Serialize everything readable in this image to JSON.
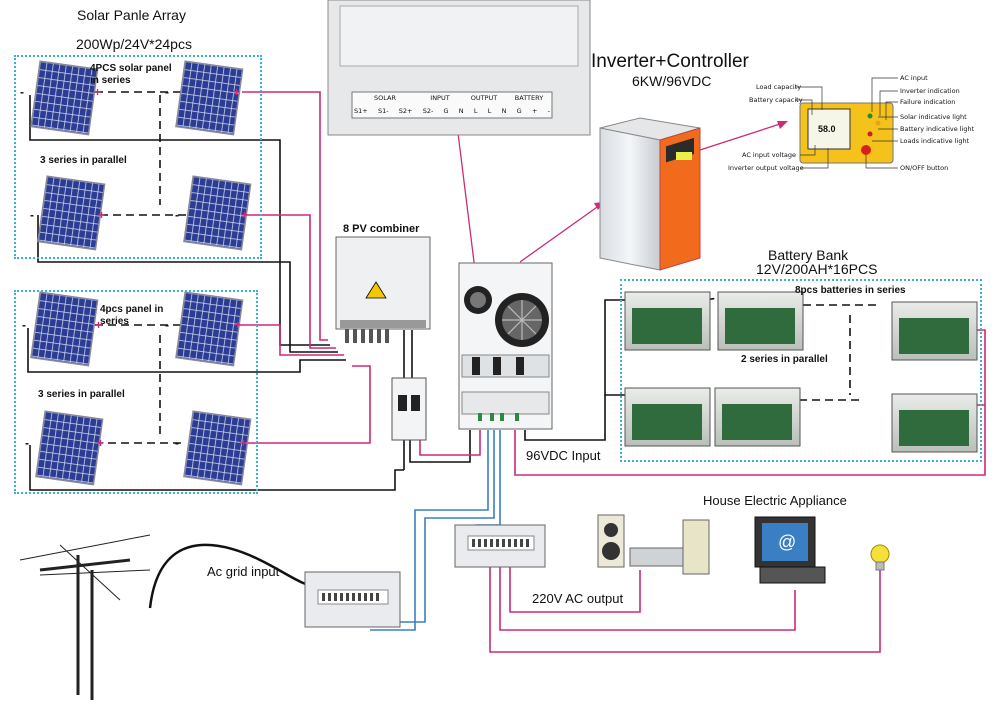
{
  "solar_array": {
    "title": "Solar Panle Array",
    "spec": "200Wp/24V*24pcs",
    "group1_series_label": "4PCS solar panel in series",
    "group1_parallel_label": "3 series in parallel",
    "group2_series_label": "4pcs panel in series",
    "group2_parallel_label": "3 series in parallel"
  },
  "combiner": {
    "label": "8 PV combiner"
  },
  "controller_terminal": {
    "groups": [
      "SOLAR",
      "INPUT",
      "OUTPUT",
      "BATTERY"
    ],
    "terminals": [
      "S1+",
      "S1-",
      "S2+",
      "S2-",
      "G",
      "N",
      "L",
      "L",
      "N",
      "G",
      "+",
      "-"
    ]
  },
  "inverter": {
    "title": "Inverter+Controller",
    "spec": "6KW/96VDC"
  },
  "panel_legend": {
    "left": [
      "Load capacity",
      "Battery capacity",
      "AC input voltage",
      "Inverter output voltage"
    ],
    "right": [
      "AC input",
      "Inverter indication",
      "Failure indication",
      "Solar indicative light",
      "Battery indicative light",
      "Loads indicative light",
      "ON/OFF button"
    ],
    "display_value": "58.0"
  },
  "battery_bank": {
    "title": "Battery Bank",
    "spec": "12V/200AH*16PCS",
    "series_label": "8pcs batteries in series",
    "parallel_label": "2 series in parallel"
  },
  "dc_input_label": "96VDC Input",
  "ac_output_label": "220V AC output",
  "grid_label": "Ac grid input",
  "appliance_label": "House Electric Appliance",
  "colors": {
    "dc_wire": "#cc2a7a",
    "ac_wire": "#3a7fc4",
    "black_wire": "#111111",
    "dotted_frame": "#3ab0d8",
    "inverter_orange": "#f26a1b",
    "panel_blue": "#2c3f95"
  }
}
